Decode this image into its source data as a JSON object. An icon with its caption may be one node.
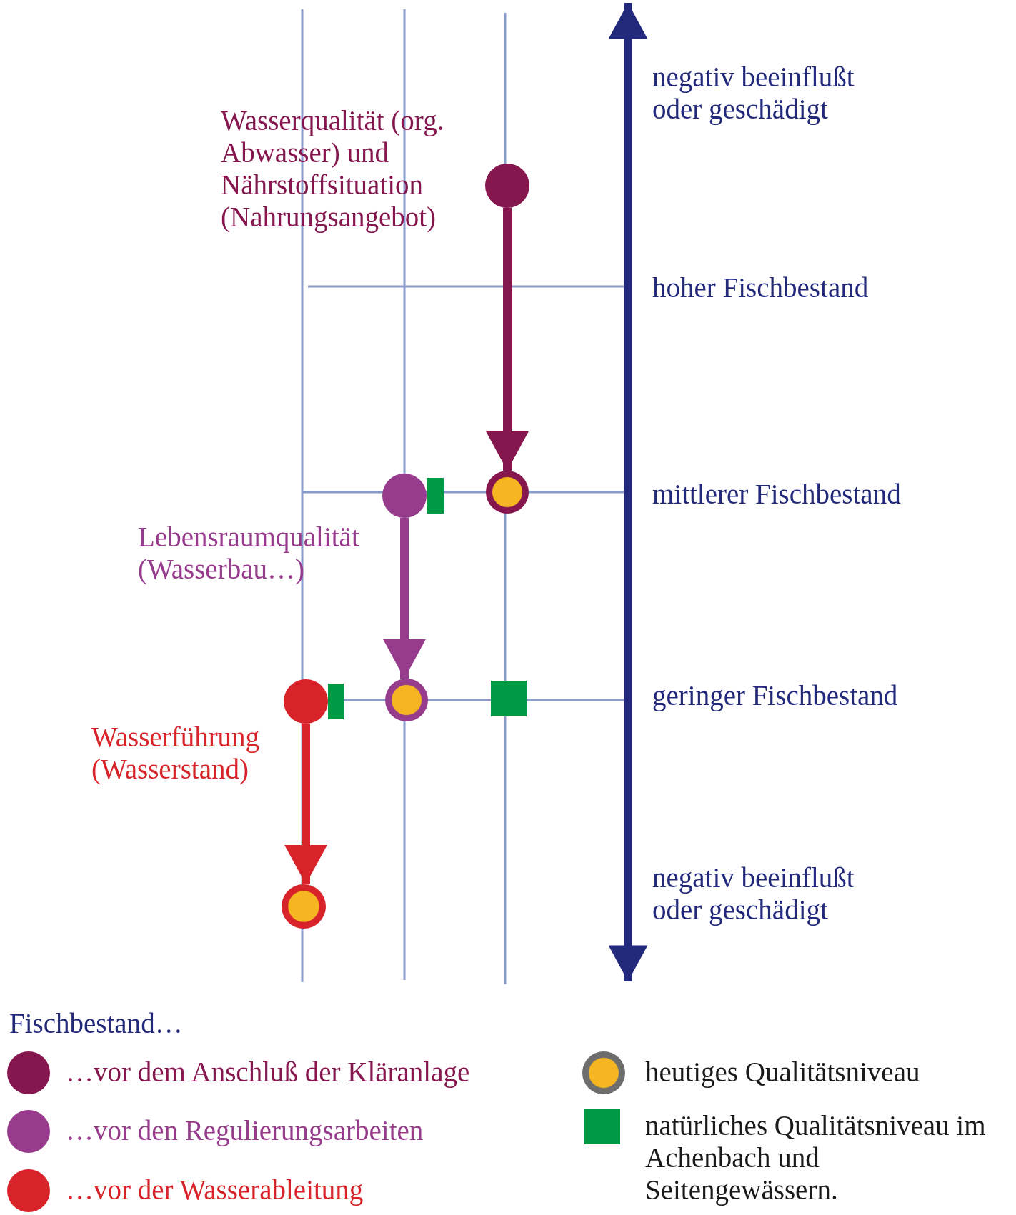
{
  "diagram": {
    "nodes": [
      {
        "text": [],
        "shape": "circle",
        "beside": [
          "Wasserqualität (org. Abwasser) und Nährstoffsituation (Nahrungsangebot)"
        ]
      },
      {
        "text": [],
        "shape": "circle"
      },
      {
        "text": [],
        "shape": "circle",
        "beside": [
          "Lebensraumqualität (Wasserbau…)"
        ]
      },
      {
        "text": [],
        "shape": "circle"
      },
      {
        "text": [],
        "shape": "circle",
        "beside": [
          "Wasserführung (Wasserstand)"
        ]
      },
      {
        "text": [],
        "shape": "circle"
      },
      {
        "text": [],
        "shape": "box"
      },
      {
        "text": [],
        "shape": "box"
      },
      {
        "text": [],
        "shape": "box"
      }
    ],
    "edges": [
      {
        "from": 0,
        "to": 1,
        "arrow": "to",
        "color": "#85164e"
      },
      {
        "from": 2,
        "to": 3,
        "arrow": "to",
        "color": "#973b8c"
      },
      {
        "from": 4,
        "to": 5,
        "arrow": "to",
        "color": "#d9232a"
      }
    ],
    "labels": [
      "negativ beeinflußt oder geschädigt",
      "hoher Fischbestand",
      "mittlerer Fischbestand",
      "geringer Fischbestand",
      "negativ beeinflußt oder geschädigt",
      "Fischbestand…"
    ],
    "legend": [
      {
        "text": "…vor dem Anschluß der Kläranlage",
        "color": "#85164e"
      },
      {
        "text": "…vor den Regulierungsarbeiten",
        "color": "#973b8c"
      },
      {
        "text": "…vor der Wasserableitung",
        "color": "#d9232a"
      },
      {
        "text": "heutiges Qualitätsniveau"
      },
      {
        "text": "natürliches Qualitätsniveau im Achenbach und Seitengewässern.",
        "color": "#009a44"
      }
    ]
  }
}
